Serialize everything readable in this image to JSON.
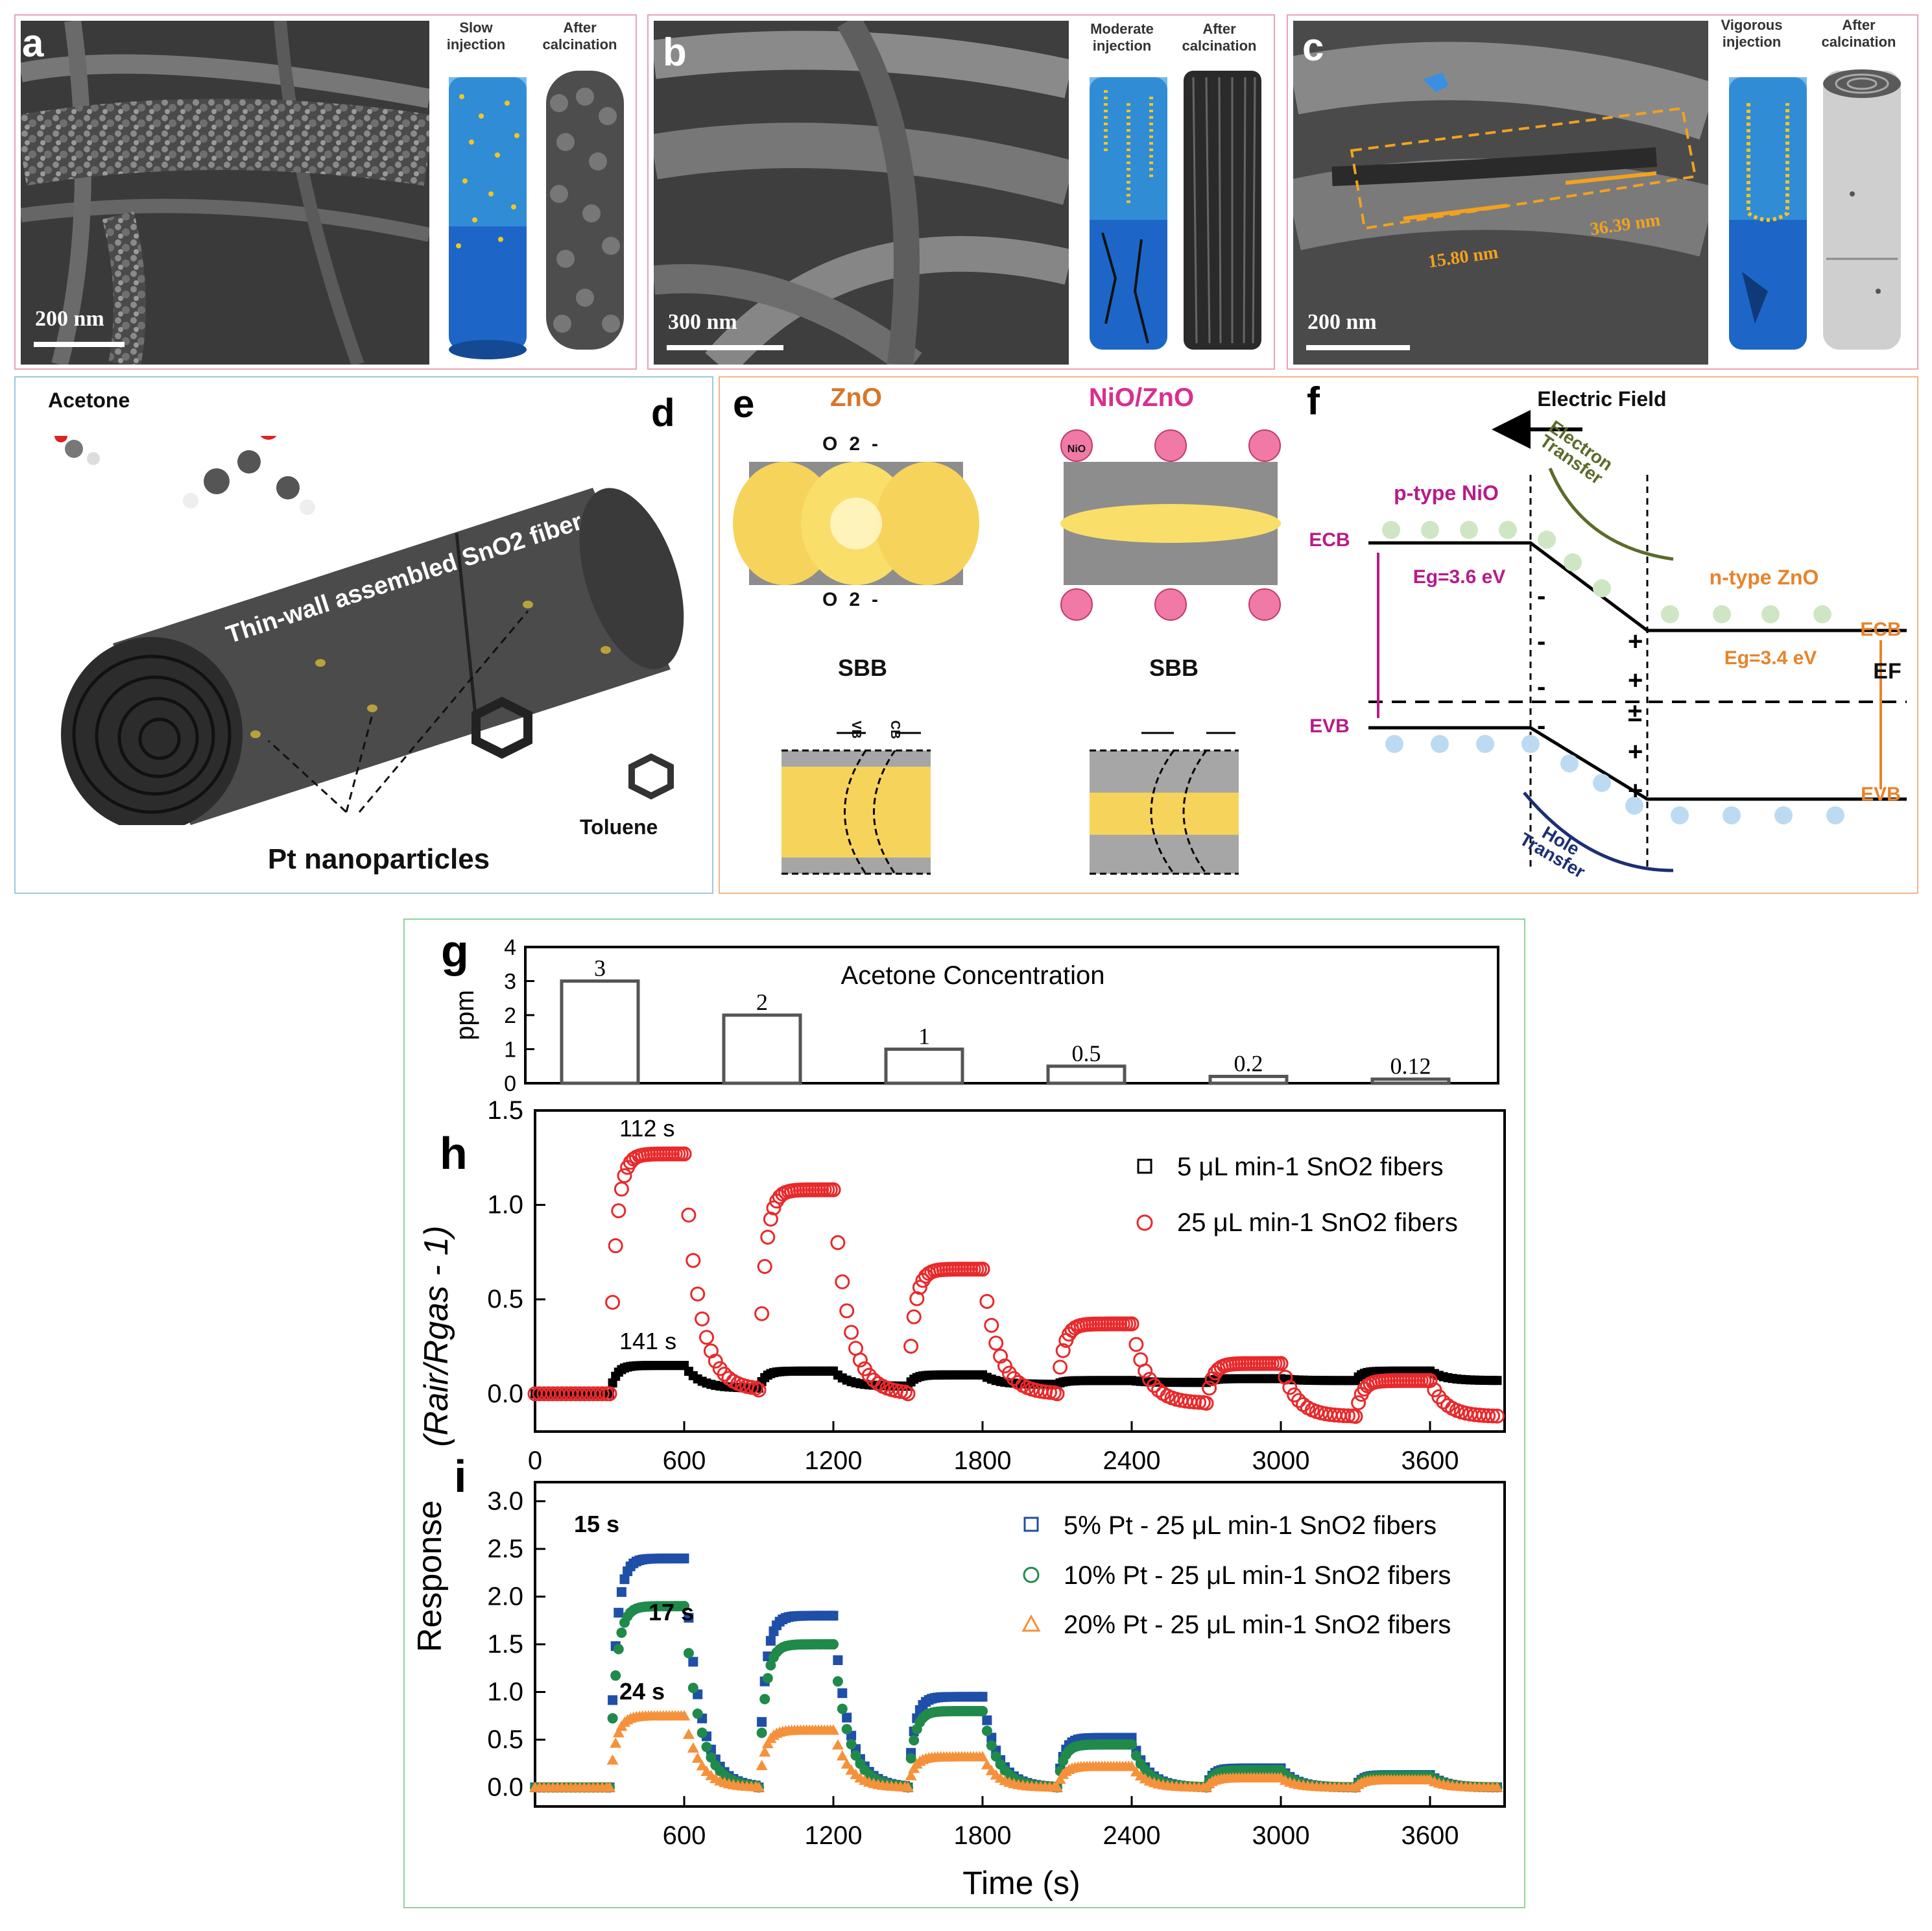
{
  "panel_a": {
    "label": "a",
    "scalebar": "200 nm",
    "cap1": "Slow injection",
    "cap2": "After calcination"
  },
  "panel_b": {
    "label": "b",
    "scalebar": "300 nm",
    "cap1": "Moderate injection",
    "cap2": "After calcination"
  },
  "panel_c": {
    "label": "c",
    "scalebar": "200 nm",
    "cap1": "Vigorous injection",
    "cap2": "After calcination",
    "meas1": "15.80 nm",
    "meas2": "36.39 nm"
  },
  "panel_d": {
    "label": "d",
    "acetone": "Acetone",
    "fiber_text": "Thin-wall assembled SnO2 fiber",
    "toluene": "Toluene",
    "pt": "Pt nanoparticles"
  },
  "panel_e": {
    "label": "e",
    "zno": "ZnO",
    "nio_zno": "NiO/ZnO",
    "sbb": "SBB",
    "vb": "VB",
    "cb": "CB",
    "nio": "NiO",
    "o2": "O2-"
  },
  "panel_f": {
    "label": "f",
    "efield": "Electric Field",
    "etransfer": "Electron Transfer",
    "ptype": "p-type NiO",
    "ntype": "n-type ZnO",
    "ecb": "ECB",
    "evb": "EVB",
    "ef": "EF",
    "eg1": "Eg=3.6 eV",
    "eg2": "Eg=3.4 eV",
    "hole": "Hole Transfer"
  },
  "panel_g": {
    "label": "g",
    "ylabel": "ppm",
    "title": "Acetone Concentration",
    "yticks": [
      "0",
      "1",
      "2",
      "3",
      "4"
    ]
  },
  "panel_h": {
    "label": "h",
    "ylabel": "(Rair/Rgas - 1)",
    "ann1": "112 s",
    "ann2": "141 s",
    "legend1": "5 μL min-1 SnO2 fibers",
    "legend2": "25 μL min-1 SnO2 fibers",
    "xticks": [
      "0",
      "600",
      "1200",
      "1800",
      "2400",
      "3000",
      "3600"
    ],
    "yticks": [
      "0.0",
      "0.5",
      "1.0",
      "1.5"
    ]
  },
  "panel_i": {
    "label": "i",
    "ylabel": "Response",
    "xlabel": "Time (s)",
    "ann1": "15 s",
    "ann2": "17 s",
    "ann3": "24 s",
    "legend1": "5% Pt - 25 μL min-1 SnO2 fibers",
    "legend2": "10% Pt - 25 μL min-1 SnO2 fibers",
    "legend3": "20% Pt - 25 μL min-1 SnO2 fibers",
    "xticks": [
      "600",
      "1200",
      "1800",
      "2400",
      "3000",
      "3600"
    ],
    "yticks": [
      "0.0",
      "0.5",
      "1.0",
      "1.5",
      "2.0",
      "2.5",
      "3.0"
    ]
  },
  "chart_data": [
    {
      "type": "bar",
      "title": "Acetone Concentration",
      "ylabel": "ppm",
      "categories": [
        "3",
        "2",
        "1",
        "0.5",
        "0.2",
        "0.12"
      ],
      "values": [
        3,
        2,
        1,
        0.5,
        0.2,
        0.12
      ],
      "ylim": [
        0,
        4
      ]
    },
    {
      "type": "scatter",
      "xlabel": "",
      "ylabel": "(Rair/Rgas - 1)",
      "xlim": [
        0,
        3900
      ],
      "ylim": [
        -0.2,
        1.5
      ],
      "pulses_x": [
        [
          300,
          600
        ],
        [
          900,
          1200
        ],
        [
          1500,
          1800
        ],
        [
          2100,
          2400
        ],
        [
          2700,
          3000
        ],
        [
          3300,
          3600
        ]
      ],
      "series": [
        {
          "name": "5 μL min-1 SnO2 fibers",
          "color": "#000000",
          "plateaus": [
            0.15,
            0.12,
            0.1,
            0.07,
            0.08,
            0.12
          ],
          "baseline": [
            0.0,
            0.03,
            0.04,
            0.05,
            0.06,
            0.07
          ]
        },
        {
          "name": "25 μL min-1 SnO2 fibers",
          "color": "#e8292b",
          "plateaus": [
            1.27,
            1.08,
            0.66,
            0.37,
            0.16,
            0.07
          ],
          "baseline": [
            0.0,
            0.02,
            0.0,
            0.0,
            -0.05,
            -0.12
          ]
        }
      ]
    },
    {
      "type": "scatter",
      "xlabel": "Time (s)",
      "ylabel": "Response",
      "xlim": [
        0,
        3900
      ],
      "ylim": [
        -0.2,
        3.2
      ],
      "pulses_x": [
        [
          300,
          600
        ],
        [
          900,
          1200
        ],
        [
          1500,
          1800
        ],
        [
          2100,
          2400
        ],
        [
          2700,
          3000
        ],
        [
          3300,
          3600
        ]
      ],
      "series": [
        {
          "name": "5% Pt - 25 μL min-1 SnO2 fibers",
          "color": "#1f4fa8",
          "plateaus": [
            2.4,
            1.8,
            0.95,
            0.52,
            0.2,
            0.13
          ]
        },
        {
          "name": "10% Pt - 25 μL min-1 SnO2 fibers",
          "color": "#1f8a4a",
          "plateaus": [
            1.9,
            1.5,
            0.8,
            0.45,
            0.18,
            0.12
          ]
        },
        {
          "name": "20% Pt - 25 μL min-1 SnO2 fibers",
          "color": "#f6913b",
          "plateaus": [
            0.75,
            0.6,
            0.32,
            0.22,
            0.1,
            0.08
          ]
        }
      ]
    }
  ]
}
